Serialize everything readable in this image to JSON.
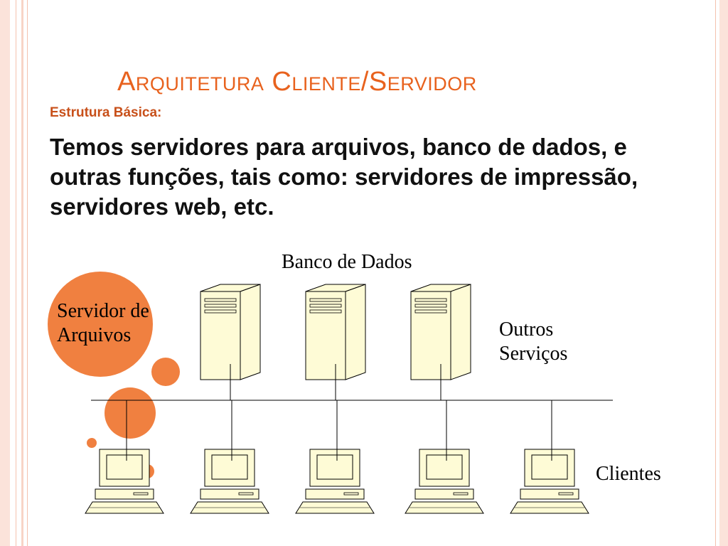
{
  "slide": {
    "title": "Arquitetura Cliente/Servidor",
    "subtitle": "Estrutura Básica:",
    "body": "Temos servidores para arquivos, banco de dados, e outras funções, tais como: servidores de impressão, servidores web, etc."
  },
  "diagram": {
    "label_banco": "Banco de Dados",
    "label_servidor_line1": "Servidor de",
    "label_servidor_line2": "Arquivos",
    "label_outros_line1": "Outros",
    "label_outros_line2": "Serviços",
    "label_clientes": "Clientes",
    "server_count": 3,
    "client_count": 5
  },
  "colors": {
    "accent": "#e8621e",
    "circle_orange": "#f08040",
    "device_fill": "#fefbd6",
    "outline": "#000000"
  }
}
